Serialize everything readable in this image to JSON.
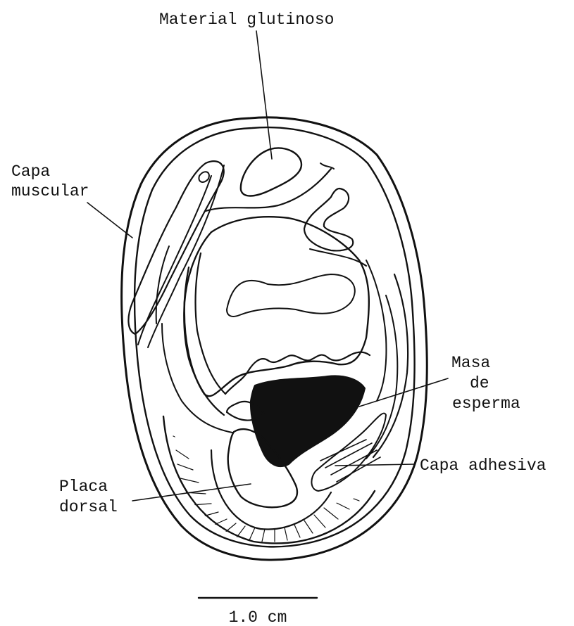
{
  "labels": {
    "material_glutinoso": "Material glutinoso",
    "capa_muscular_1": "Capa",
    "capa_muscular_2": "muscular",
    "masa_esperma_1": "Masa",
    "masa_esperma_2": "de",
    "masa_esperma_3": "esperma",
    "capa_adhesiva": "Capa adhesiva",
    "placa_dorsal_1": "Placa",
    "placa_dorsal_2": "dorsal"
  },
  "scale_bar": {
    "label": "1.0 cm"
  },
  "colors": {
    "ink": "#111111",
    "background": "#ffffff"
  }
}
